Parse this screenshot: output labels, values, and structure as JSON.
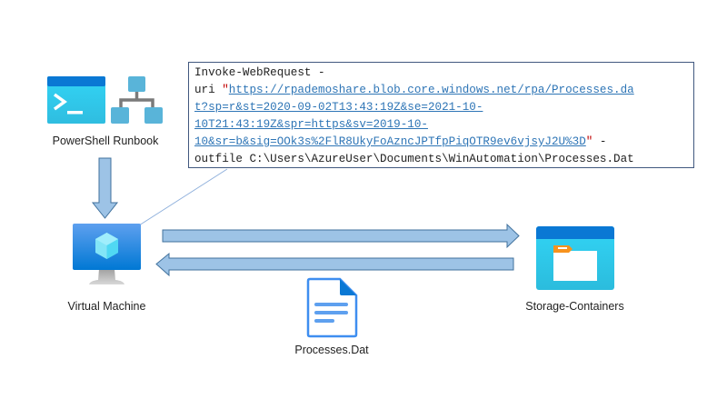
{
  "nodes": {
    "runbook": {
      "label": "PowerShell Runbook",
      "icons": [
        "powershell-icon",
        "runbook-hierarchy-icon"
      ]
    },
    "vm": {
      "label": "Virtual Machine",
      "icon": "virtual-machine-icon"
    },
    "storage": {
      "label": "Storage-Containers",
      "icon": "storage-container-icon"
    },
    "file": {
      "label": "Processes.Dat",
      "icon": "document-icon"
    }
  },
  "command": {
    "line1": "Invoke-WebRequest -",
    "line2_prefix": "uri ",
    "quote_open": "\"",
    "url_part1": "https://rpademoshare.blob.core.windows.net/rpa/Processes.da",
    "url_part2": "t?sp=r&st=2020-09-02T13:43:19Z&se=2021-10-",
    "url_part3": "10T21:43:19Z&spr=https&sv=2019-10-",
    "url_part4": "10&sr=b&sig=OOk3s%2FlR8UkyFoAzncJPTfpPiqOTR9ev6vjsyJ2U%3D",
    "quote_close": "\"",
    "line5_suffix": " -",
    "line6": "outfile C:\\Users\\AzureUser\\Documents\\WinAutomation\\Processes.Dat"
  },
  "arrows": [
    {
      "name": "runbook-to-vm",
      "direction": "down"
    },
    {
      "name": "vm-to-storage",
      "direction": "right"
    },
    {
      "name": "storage-to-vm",
      "direction": "left"
    }
  ],
  "colors": {
    "arrow_fill": "#9dc3e6",
    "arrow_stroke": "#41719c",
    "link": "#2e75b6",
    "quote": "#c00000",
    "box_border": "#41587f"
  }
}
